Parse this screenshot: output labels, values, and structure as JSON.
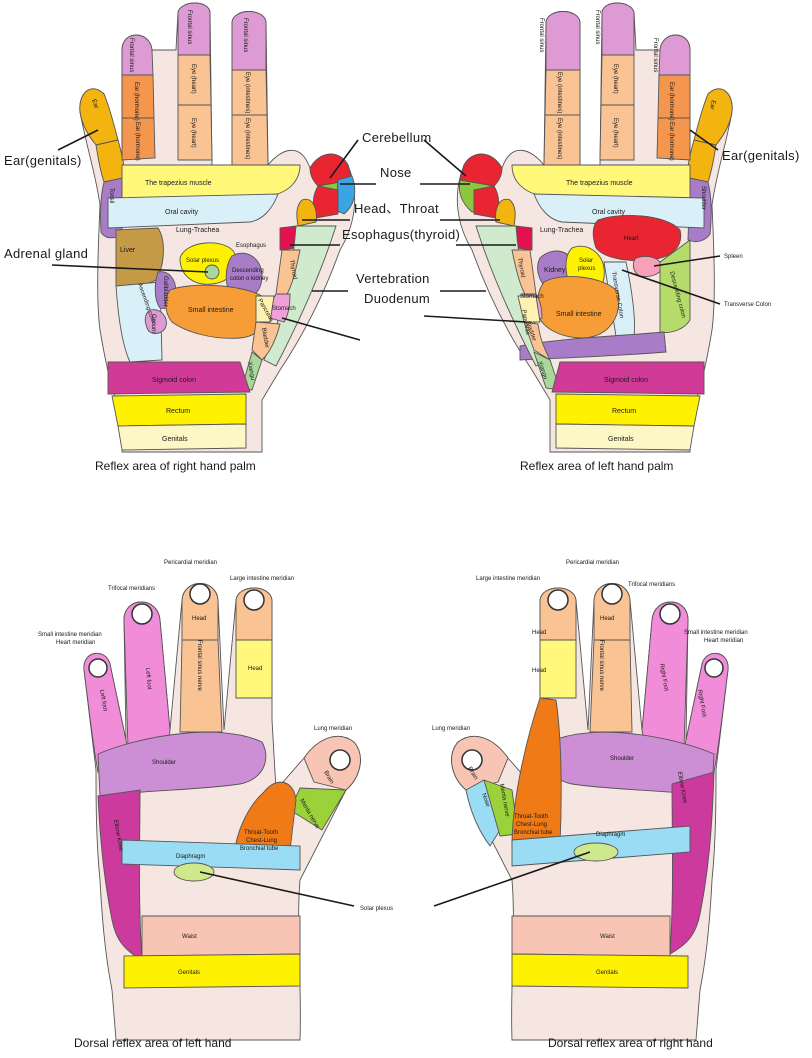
{
  "captions": {
    "right_palm": "Reflex area of right hand palm",
    "left_palm": "Reflex area of left hand palm",
    "left_dorsal": "Dorsal reflex area of left hand",
    "right_dorsal": "Dorsal reflex area of right hand"
  },
  "callouts": {
    "ear_genitals": "Ear(genitals)",
    "cerebellum": "Cerebellum",
    "nose": "Nose",
    "head_throat": "Head、Throat",
    "esophagus_thyroid": "Esophagus(thyroid)",
    "adrenal_gland": "Adrenal gland",
    "vertebration": "Vertebration",
    "duodenum": "Duodenum",
    "spleen": "Spleen",
    "transverse_colon": "Transverse Colon",
    "solar_plexus": "Solar plexus"
  },
  "palm_labels": {
    "frontal_sinus": "Frontal sinus",
    "ear_hormone": "Ear (hormone)",
    "eye_heart": "Eye (heart)",
    "eye_intestines": "Eye (intestines)",
    "ear": "Ear",
    "tonsil": "Tonsil",
    "shoulder": "Shoulder",
    "trapezius": "The trapezius muscle",
    "oral_cavity": "Oral cavity",
    "lung_trachea": "Lung-Trachea",
    "liver": "Liver",
    "heart": "Heart",
    "gallbladder": "Gallbladder",
    "solar_plexus": "Solar plexus",
    "solar_plexus_split_1": "Solar",
    "solar_plexus_split_2": "plexus",
    "descending_colon_kidney_1": "Descending",
    "descending_colon_kidney_2": "colon o kidney",
    "kidney": "Kidney",
    "ascending_colon": "Ascending colon",
    "descending_colon": "Descending colon",
    "transverse_colon": "Transverse Colon",
    "small_intestine": "Small intestine",
    "cecum": "Cecum",
    "esophagus": "Esophagus",
    "thyroid": "Thyroid",
    "stomach": "Stomach",
    "pancreas": "Pancreas",
    "bladder": "Bladder",
    "xiangu": "Xiangu",
    "sigmoid_colon": "Sigmoid colon",
    "rectum": "Rectum",
    "genitals": "Genitals"
  },
  "dorsal_labels": {
    "pericardial_meridian": "Pericardial meridian",
    "trifocal_meridians": "Trifocal meridians",
    "large_intestine_meridian": "Large intestine meridian",
    "small_intestine_meridian": "Small intestine meridian",
    "heart_meridian": "Heart meridian",
    "lung_meridian": "Lung meridian",
    "head": "Head",
    "frontal_sinus_nerve": "Frontal sinus nerve",
    "left_foot": "Left foot",
    "right_foot": "Right Foot",
    "shoulder": "Shoulder",
    "elbow_knee": "Elbow Knee",
    "brain": "Brain",
    "menta_nerve": "Menta nerve",
    "nose": "Nose",
    "throat_1": "Throat-Tooth",
    "throat_2": "Chest-Lung",
    "throat_3": "Bronchial tube",
    "diaphragm": "Diaphragm",
    "waist": "Waist",
    "genitals": "Genitals"
  },
  "colors": {
    "skin": "#f5e6e2",
    "outline": "#555555",
    "pink_sinus": "#dd9ad4",
    "orange_ear": "#f4964e",
    "peach": "#f9c394",
    "gold": "#f4b410",
    "yellow": "#fff87a",
    "purple": "#a87cc6",
    "light_blue": "#daf0f8",
    "brown": "#c49a46",
    "red": "#e82530",
    "crimson": "#e3124e",
    "green": "#8dc63f",
    "cyan": "#3aa5e2",
    "small_int": "#f79d38",
    "pale_green": "#cfeacc",
    "magenta": "#d23a98",
    "bright_yellow": "#fff200",
    "cream": "#fcf7c4",
    "dorsal_pink": "#f08cd8",
    "dorsal_orange": "#f07a16",
    "dorsal_lime": "#9bd23a",
    "dorsal_sky": "#99dcf4",
    "dorsal_salmon": "#f8c4b4",
    "dorsal_purple": "#cc3a9e"
  }
}
